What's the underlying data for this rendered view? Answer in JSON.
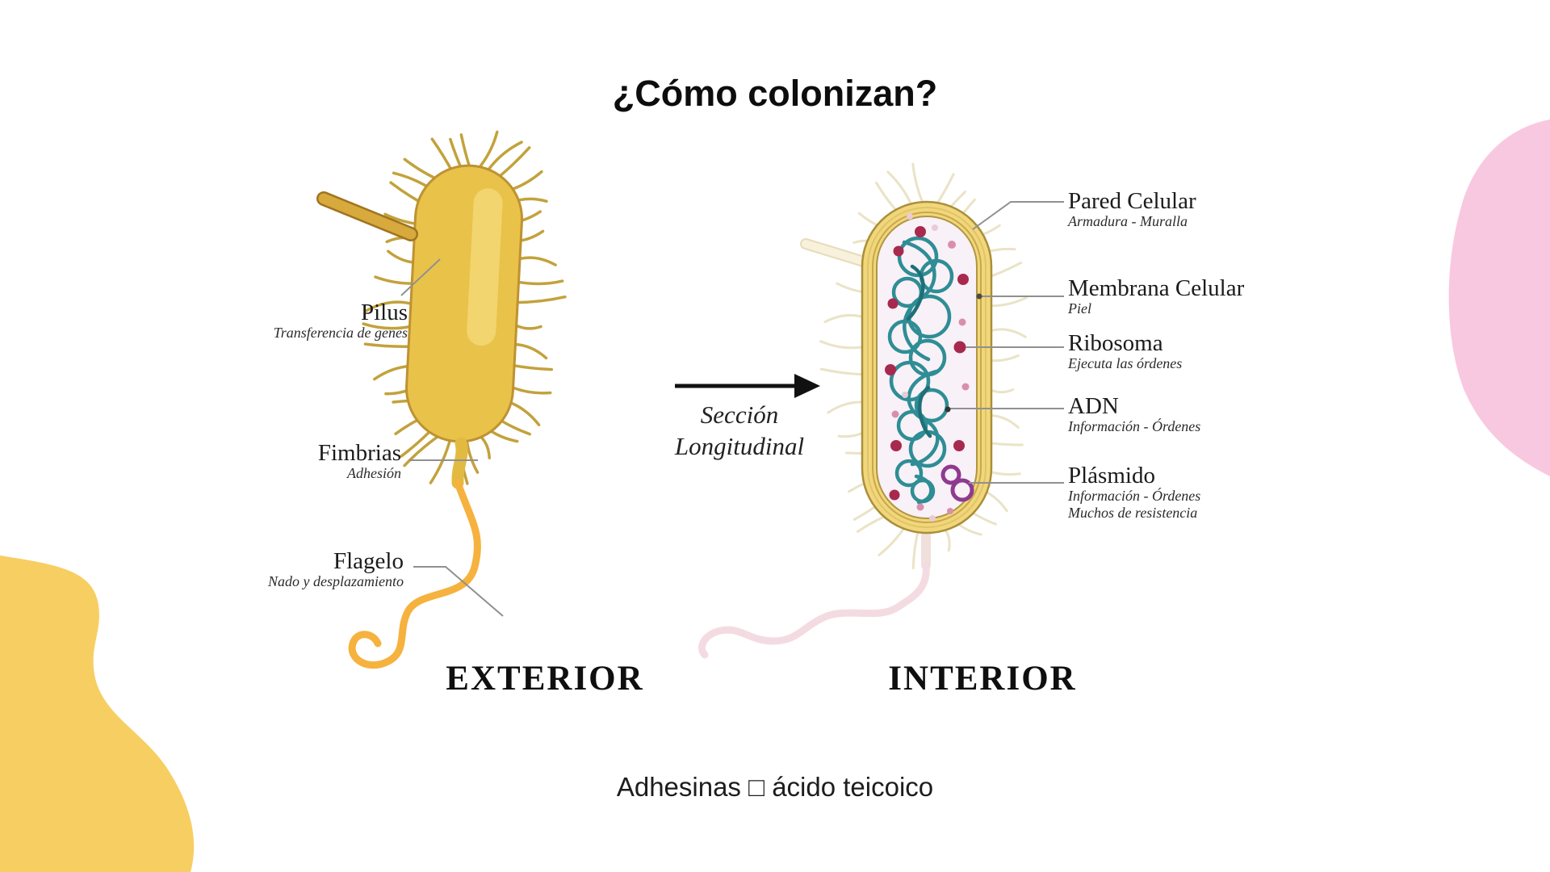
{
  "title": "¿Cómo colonizan?",
  "section_label": {
    "line1": "Sección",
    "line2": "Longitudinal"
  },
  "exterior": {
    "heading": "EXTERIOR",
    "labels": [
      {
        "name": "Pilus",
        "desc": "Transferencia de genes"
      },
      {
        "name": "Fimbrias",
        "desc": "Adhesión"
      },
      {
        "name": "Flagelo",
        "desc": "Nado y desplazamiento"
      }
    ]
  },
  "interior": {
    "heading": "INTERIOR",
    "labels": [
      {
        "name": "Pared Celular",
        "desc": "Armadura - Muralla"
      },
      {
        "name": "Membrana Celular",
        "desc": "Piel"
      },
      {
        "name": "Ribosoma",
        "desc": "Ejecuta las órdenes"
      },
      {
        "name": "ADN",
        "desc": "Información - Órdenes"
      },
      {
        "name": "Plásmido",
        "desc": "Información - Órdenes",
        "desc2": "Muchos de resistencia"
      }
    ]
  },
  "caption": "Adhesinas □ ácido teicoico",
  "colors": {
    "bacterium_yellow": "#E9C24A",
    "bacterium_outline": "#BE9232",
    "wall_band_yellow": "#F1D67C",
    "cytoplasm_pink": "#F8F1F7",
    "dna_teal": "#2F8D95",
    "ribosome_red": "#A8294E",
    "plasmid_purple": "#8F3A90",
    "flagellum_orange": "#F6B23E",
    "pale_flagellum_pink": "#F4DBE2",
    "blob_yellow": "#F7CE62",
    "blob_pink": "#F8C8E0"
  }
}
